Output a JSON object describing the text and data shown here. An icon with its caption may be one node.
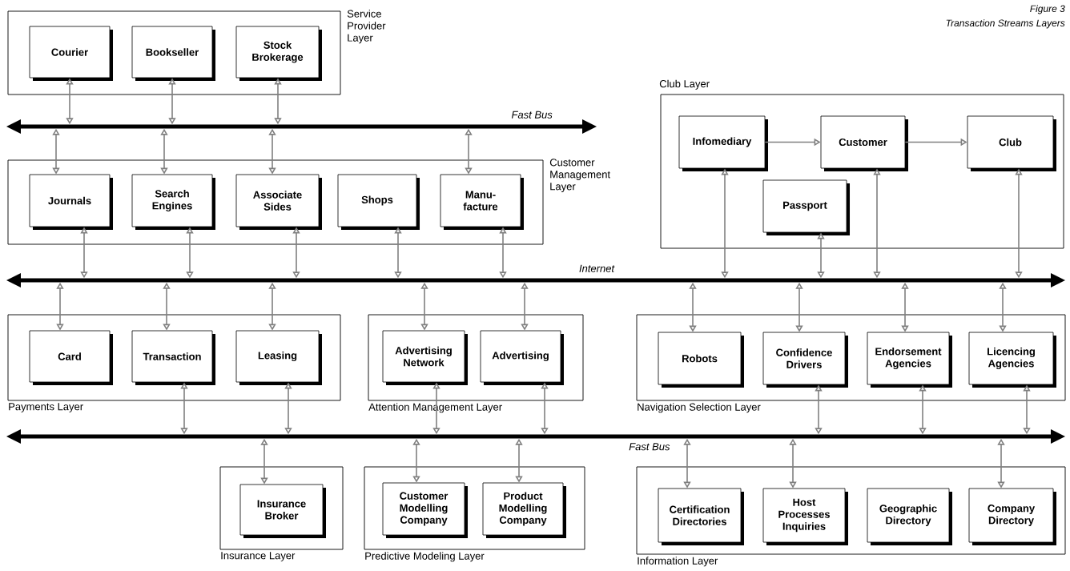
{
  "diagram": {
    "title": "Figure 3",
    "caption": "Transaction Streams Layers",
    "nodes": [
      {
        "text": [
          "Service Provider Layer"
        ]
      },
      {
        "text": [
          "Courier"
        ],
        "in": 0
      },
      {
        "text": [
          "Bookseller"
        ],
        "in": 0
      },
      {
        "text": [
          "Stock Brokerage"
        ],
        "in": 0
      },
      {
        "text": [
          "Fast Bus"
        ]
      },
      {
        "text": [
          "Customer Management Layer"
        ]
      },
      {
        "text": [
          "Journals"
        ],
        "in": 5
      },
      {
        "text": [
          "Search Engines"
        ],
        "in": 5
      },
      {
        "text": [
          "Associate Sides"
        ],
        "in": 5
      },
      {
        "text": [
          "Shops"
        ],
        "in": 5
      },
      {
        "text": [
          "Manu-facture"
        ],
        "in": 5
      },
      {
        "text": [
          "Club Layer"
        ]
      },
      {
        "text": [
          "Infomediary"
        ],
        "in": 11
      },
      {
        "text": [
          "Customer"
        ],
        "in": 11
      },
      {
        "text": [
          "Club"
        ],
        "in": 11
      },
      {
        "text": [
          "Passport"
        ],
        "in": 11
      },
      {
        "text": [
          "Internet"
        ]
      },
      {
        "text": [
          "Payments Layer"
        ]
      },
      {
        "text": [
          "Card"
        ],
        "in": 17
      },
      {
        "text": [
          "Transaction"
        ],
        "in": 17
      },
      {
        "text": [
          "Leasing"
        ],
        "in": 17
      },
      {
        "text": [
          "Attention Management Layer"
        ]
      },
      {
        "text": [
          "Advertising Network"
        ],
        "in": 21
      },
      {
        "text": [
          "Advertising"
        ],
        "in": 21
      },
      {
        "text": [
          "Navigation Selection Layer"
        ]
      },
      {
        "text": [
          "Robots"
        ],
        "in": 24
      },
      {
        "text": [
          "Confidence Drivers"
        ],
        "in": 24
      },
      {
        "text": [
          "Endorsement Agencies"
        ],
        "in": 24
      },
      {
        "text": [
          "Licencing Agencies"
        ],
        "in": 24
      },
      {
        "text": [
          "Fast Bus"
        ]
      },
      {
        "text": [
          "Insurance Layer"
        ]
      },
      {
        "text": [
          "Insurance Broker"
        ],
        "in": 30
      },
      {
        "text": [
          "Predictive Modeling Layer"
        ]
      },
      {
        "text": [
          "Customer Modelling Company"
        ],
        "in": 32
      },
      {
        "text": [
          "Product Modelling Company"
        ],
        "in": 32
      },
      {
        "text": [
          "Information Layer"
        ]
      },
      {
        "text": [
          "Certification Directories"
        ],
        "in": 35
      },
      {
        "text": [
          "Host Processes Inquiries"
        ],
        "in": 35
      },
      {
        "text": [
          "Geographic Directory"
        ],
        "in": 35
      },
      {
        "text": [
          "Company Directory"
        ],
        "in": 35
      }
    ],
    "edges": [
      {
        "from": 1,
        "to": 4,
        "arrow": "both"
      },
      {
        "from": 2,
        "to": 4,
        "arrow": "both"
      },
      {
        "from": 3,
        "to": 4,
        "arrow": "both"
      },
      {
        "from": 4,
        "to": 6,
        "arrow": "both"
      },
      {
        "from": 4,
        "to": 7,
        "arrow": "both"
      },
      {
        "from": 4,
        "to": 8,
        "arrow": "both"
      },
      {
        "from": 4,
        "to": 10,
        "arrow": "both"
      },
      {
        "from": 6,
        "to": 16,
        "arrow": "both"
      },
      {
        "from": 7,
        "to": 16,
        "arrow": "both"
      },
      {
        "from": 8,
        "to": 16,
        "arrow": "both"
      },
      {
        "from": 9,
        "to": 16,
        "arrow": "both"
      },
      {
        "from": 10,
        "to": 16,
        "arrow": "both"
      },
      {
        "from": 12,
        "to": 13,
        "arrow": "to"
      },
      {
        "from": 13,
        "to": 14,
        "arrow": "to"
      },
      {
        "from": 12,
        "to": 16,
        "arrow": "both"
      },
      {
        "from": 15,
        "to": 16,
        "arrow": "both"
      },
      {
        "from": 13,
        "to": 16,
        "arrow": "both"
      },
      {
        "from": 14,
        "to": 16,
        "arrow": "both"
      },
      {
        "from": 16,
        "to": 18,
        "arrow": "both"
      },
      {
        "from": 16,
        "to": 19,
        "arrow": "both"
      },
      {
        "from": 16,
        "to": 20,
        "arrow": "both"
      },
      {
        "from": 16,
        "to": 22,
        "arrow": "both"
      },
      {
        "from": 16,
        "to": 23,
        "arrow": "both"
      },
      {
        "from": 16,
        "to": 25,
        "arrow": "both"
      },
      {
        "from": 16,
        "to": 26,
        "arrow": "both"
      },
      {
        "from": 16,
        "to": 27,
        "arrow": "both"
      },
      {
        "from": 16,
        "to": 28,
        "arrow": "both"
      },
      {
        "from": 19,
        "to": 29,
        "arrow": "both"
      },
      {
        "from": 20,
        "to": 29,
        "arrow": "both"
      },
      {
        "from": 22,
        "to": 29,
        "arrow": "both"
      },
      {
        "from": 23,
        "to": 29,
        "arrow": "both"
      },
      {
        "from": 26,
        "to": 29,
        "arrow": "both"
      },
      {
        "from": 27,
        "to": 29,
        "arrow": "both"
      },
      {
        "from": 28,
        "to": 29,
        "arrow": "both"
      },
      {
        "from": 29,
        "to": 31,
        "arrow": "both"
      },
      {
        "from": 29,
        "to": 33,
        "arrow": "both"
      },
      {
        "from": 29,
        "to": 34,
        "arrow": "both"
      },
      {
        "from": 29,
        "to": 36,
        "arrow": "both"
      },
      {
        "from": 29,
        "to": 37,
        "arrow": "both"
      },
      {
        "from": 29,
        "to": 39,
        "arrow": "both"
      }
    ]
  }
}
